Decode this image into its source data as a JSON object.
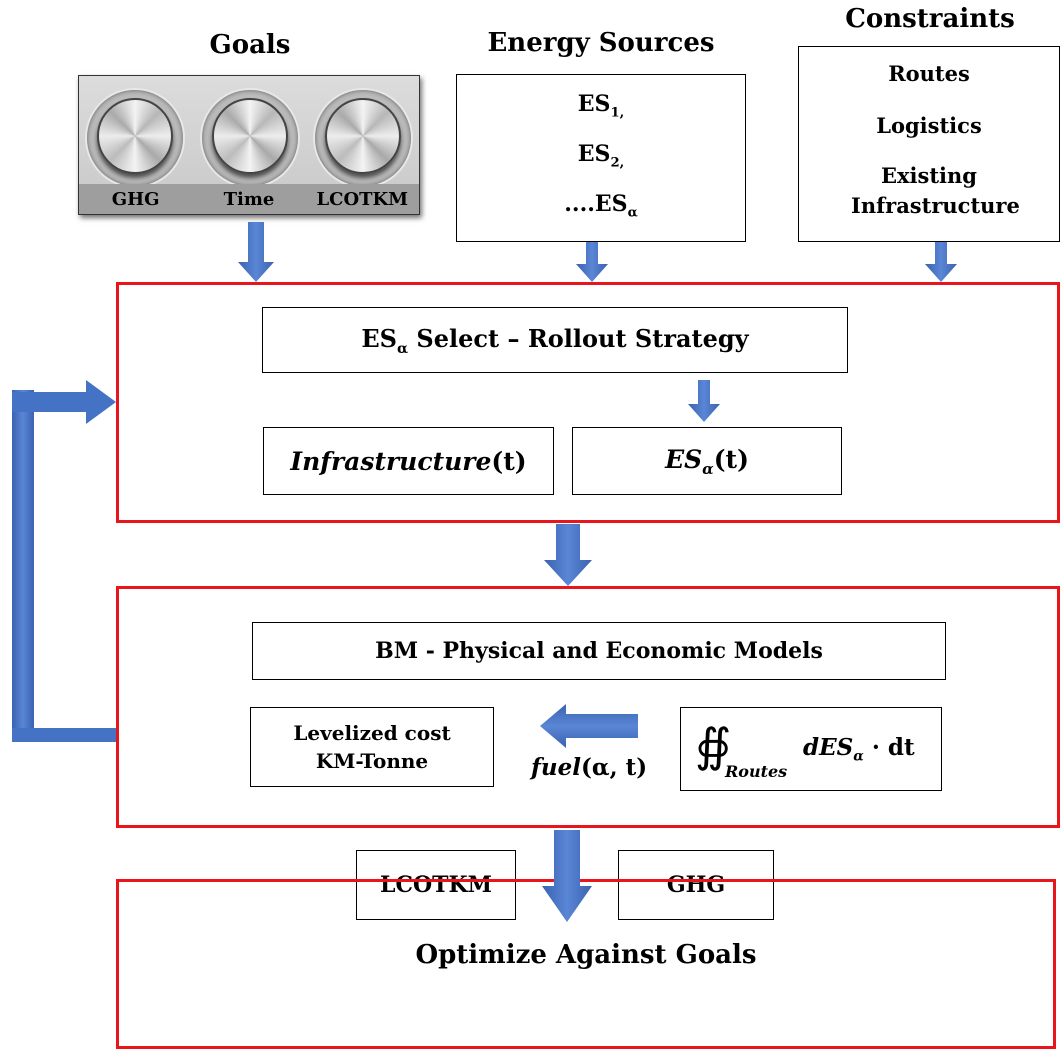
{
  "goals": {
    "title": "Goals",
    "knobs": [
      "GHG",
      "Time",
      "LCOTKM"
    ]
  },
  "energy_sources": {
    "title": "Energy Sources",
    "items": [
      {
        "base": "ES",
        "sub": "1,"
      },
      {
        "base": "ES",
        "sub": "2,"
      },
      {
        "base": "....ES",
        "sub": "α"
      }
    ]
  },
  "constraints": {
    "title": "Constraints",
    "items": [
      "Routes",
      "Logistics",
      "Existing Infrastructure"
    ]
  },
  "rollout": {
    "title_base": "ES",
    "title_sub": "α",
    "title_rest": " Select – Rollout Strategy",
    "infrastructure": "Infrastructure",
    "infrastructure_arg": "(t)",
    "es_base": "ES",
    "es_sub": "α",
    "es_arg": "(t)"
  },
  "bm": {
    "title": "BM - Physical and Economic Models",
    "levelized": "Levelized cost KM-Tonne",
    "fuel_name": "fuel",
    "fuel_args": "(α, t)",
    "integral_symbol": "∯",
    "integral_sub": "Routes",
    "integral_d": "dES",
    "integral_alpha": "α",
    "integral_rest": " · dt"
  },
  "outputs": {
    "left": "LCOTKM",
    "right": "GHG"
  },
  "optimize": {
    "title": "Optimize Against Goals"
  },
  "colors": {
    "red": "#e8151b",
    "arrow": "#4472c4"
  }
}
